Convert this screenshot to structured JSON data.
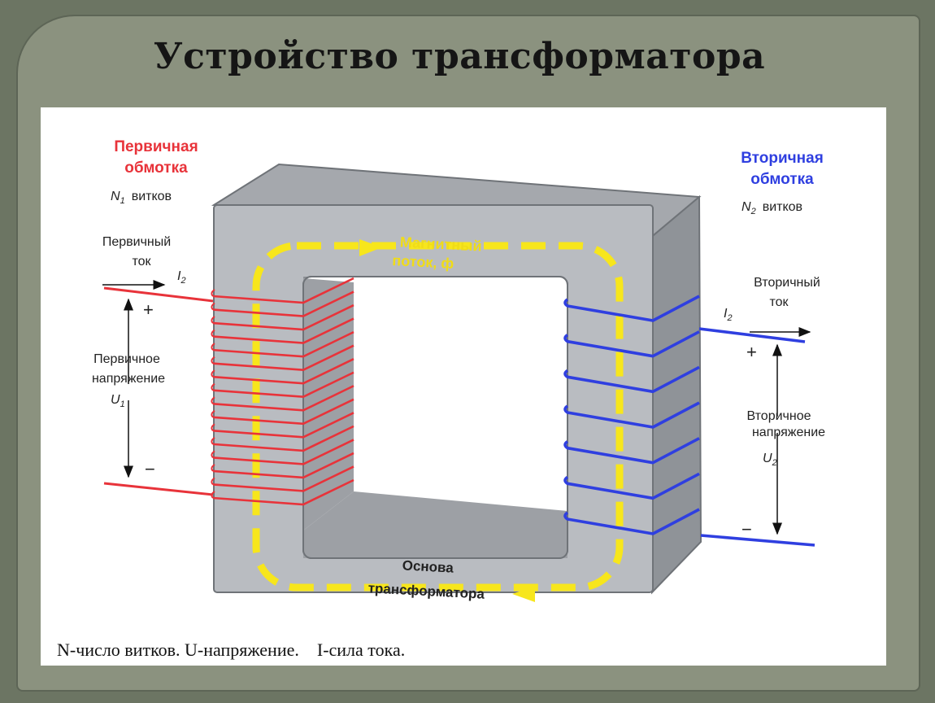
{
  "slide": {
    "title": "Устройство трансформатора",
    "caption": "N-число витков. U-напряжение.    I-сила тока."
  },
  "diagram": {
    "primary_winding": {
      "title_line1": "Первичная",
      "title_line2": "обмотка",
      "turns_symbol": "N",
      "turns_sub": "1",
      "turns_word": "витков",
      "current_line1": "Первичный",
      "current_line2": "ток",
      "current_symbol": "I",
      "current_sub": "2",
      "voltage_line1": "Первичное",
      "voltage_line2": "напряжение",
      "voltage_symbol": "U",
      "voltage_sub": "1",
      "plus": "+",
      "minus": "−",
      "color": "#e8333a",
      "turn_count": 16
    },
    "secondary_winding": {
      "title_line1": "Вторичная",
      "title_line2": "обмотка",
      "turns_symbol": "N",
      "turns_sub": "2",
      "turns_word": "витков",
      "current_line1": "Вторичный",
      "current_line2": "ток",
      "current_symbol": "I",
      "current_sub": "2",
      "voltage_line1": "Вторичное",
      "voltage_line2": "напряжение",
      "voltage_symbol": "U",
      "voltage_sub": "2",
      "plus": "+",
      "minus": "−",
      "color": "#2f3fe0",
      "turn_count": 7
    },
    "flux": {
      "label_line1": "Магнитный",
      "label_line2": "поток, ф",
      "color": "#f7e61c"
    },
    "core": {
      "label_line1": "Основа",
      "label_line2": "трансформатора",
      "front_color": "#b9bcc1",
      "side_color": "#8f9398",
      "top_color": "#a5a8ad"
    },
    "title_red": "#e8333a",
    "title_blue": "#2f3fe0"
  }
}
